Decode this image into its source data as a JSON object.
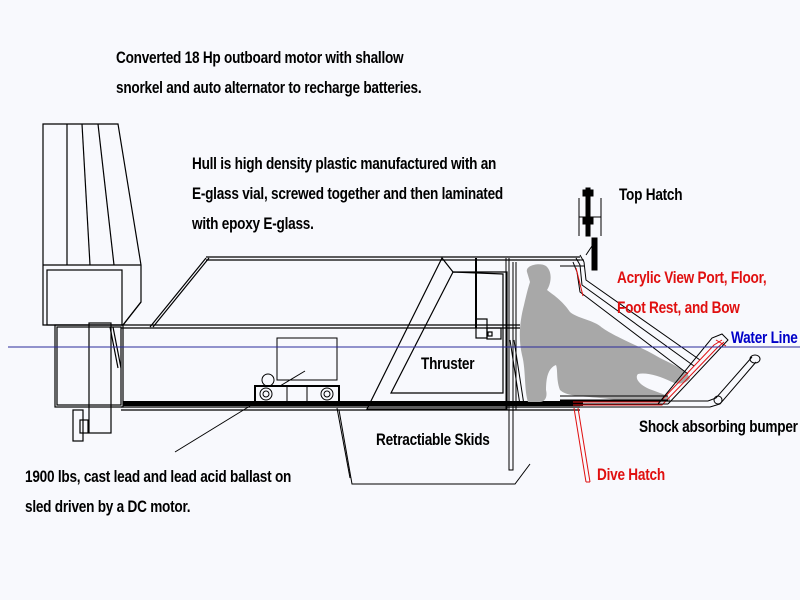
{
  "diagram": {
    "title": "Submersible sled cross-section",
    "colors": {
      "line": "#000000",
      "accent_red": "#e01010",
      "water_line": "#2a2a9a",
      "water_label": "#0000c8",
      "figure": "#a8a8a8",
      "background": "#f8f9fd"
    },
    "labels": {
      "motor_line1": "Converted 18 Hp outboard motor with shallow",
      "motor_line2": "snorkel and auto alternator to recharge batteries.",
      "hull_line1": "Hull is high density plastic manufactured with an",
      "hull_line2": "E-glass vial, screwed together and then laminated",
      "hull_line3": "with epoxy E-glass.",
      "top_hatch": "Top Hatch",
      "acrylic_line1": "Acrylic View Port, Floor,",
      "acrylic_line2": "Foot Rest, and Bow",
      "water_line": "Water Line",
      "thruster": "Thruster",
      "shock_bumper": "Shock absorbing bumper",
      "skids": "Retractiable Skids",
      "dive_hatch": "Dive Hatch",
      "ballast_line1": "1900 lbs, cast lead and lead acid ballast on",
      "ballast_line2": "sled driven by a DC motor."
    }
  }
}
